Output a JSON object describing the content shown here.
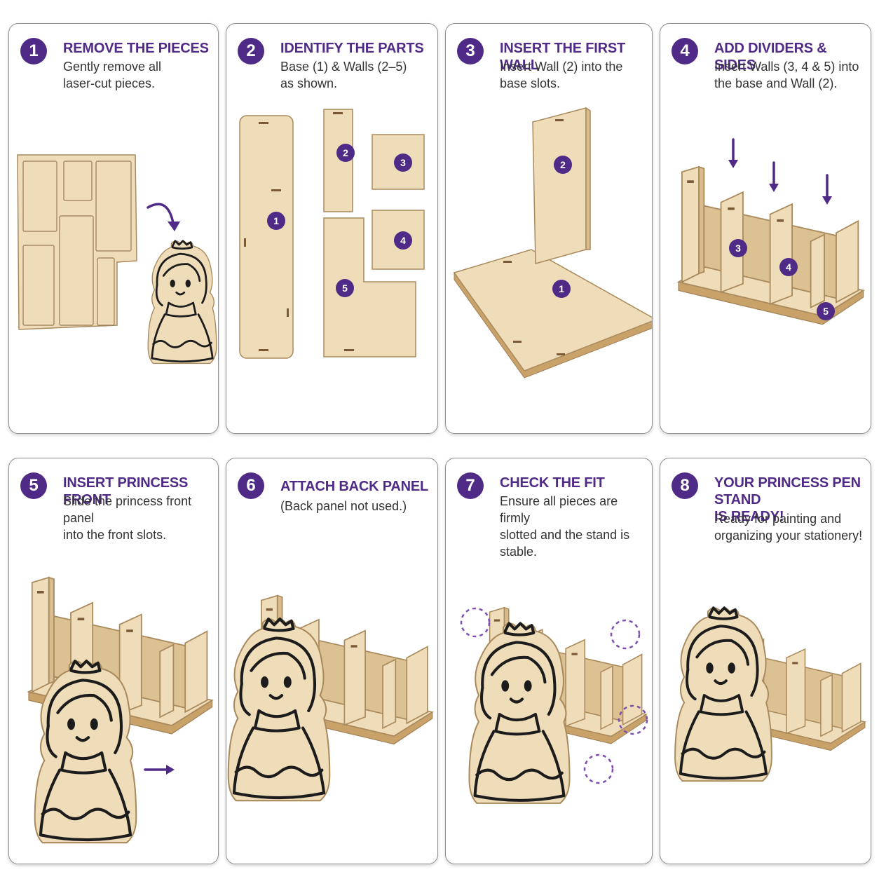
{
  "accent_color": "#4f2a86",
  "wood_color": "#efdcb9",
  "steps": [
    {
      "number": "1",
      "title": "REMOVE THE PIECES",
      "description": "Gently remove all\nlaser-cut pieces."
    },
    {
      "number": "2",
      "title": "IDENTIFY THE PARTS",
      "description": "Base (1) & Walls (2–5)\nas shown."
    },
    {
      "number": "3",
      "title": "INSERT THE FIRST WALL",
      "description": "Insert Wall (2) into the\nbase slots."
    },
    {
      "number": "4",
      "title": "ADD DIVIDERS & SIDES",
      "description": "Insert Walls (3, 4 & 5) into\nthe base and Wall (2)."
    },
    {
      "number": "5",
      "title": "INSERT PRINCESS FRONT",
      "description": "Slide the princess front panel\ninto the front slots."
    },
    {
      "number": "6",
      "title": "ATTACH BACK PANEL",
      "description": "(Back panel not used.)"
    },
    {
      "number": "7",
      "title": "CHECK THE FIT",
      "description": "Ensure all pieces are firmly\nslotted and the stand is\nstable."
    },
    {
      "number": "8",
      "title": "YOUR PRINCESS PEN STAND\nIS READY!",
      "description": "Ready for painting and\norganizing your stationery!"
    }
  ],
  "part_labels": [
    "1",
    "2",
    "3",
    "4",
    "5"
  ]
}
